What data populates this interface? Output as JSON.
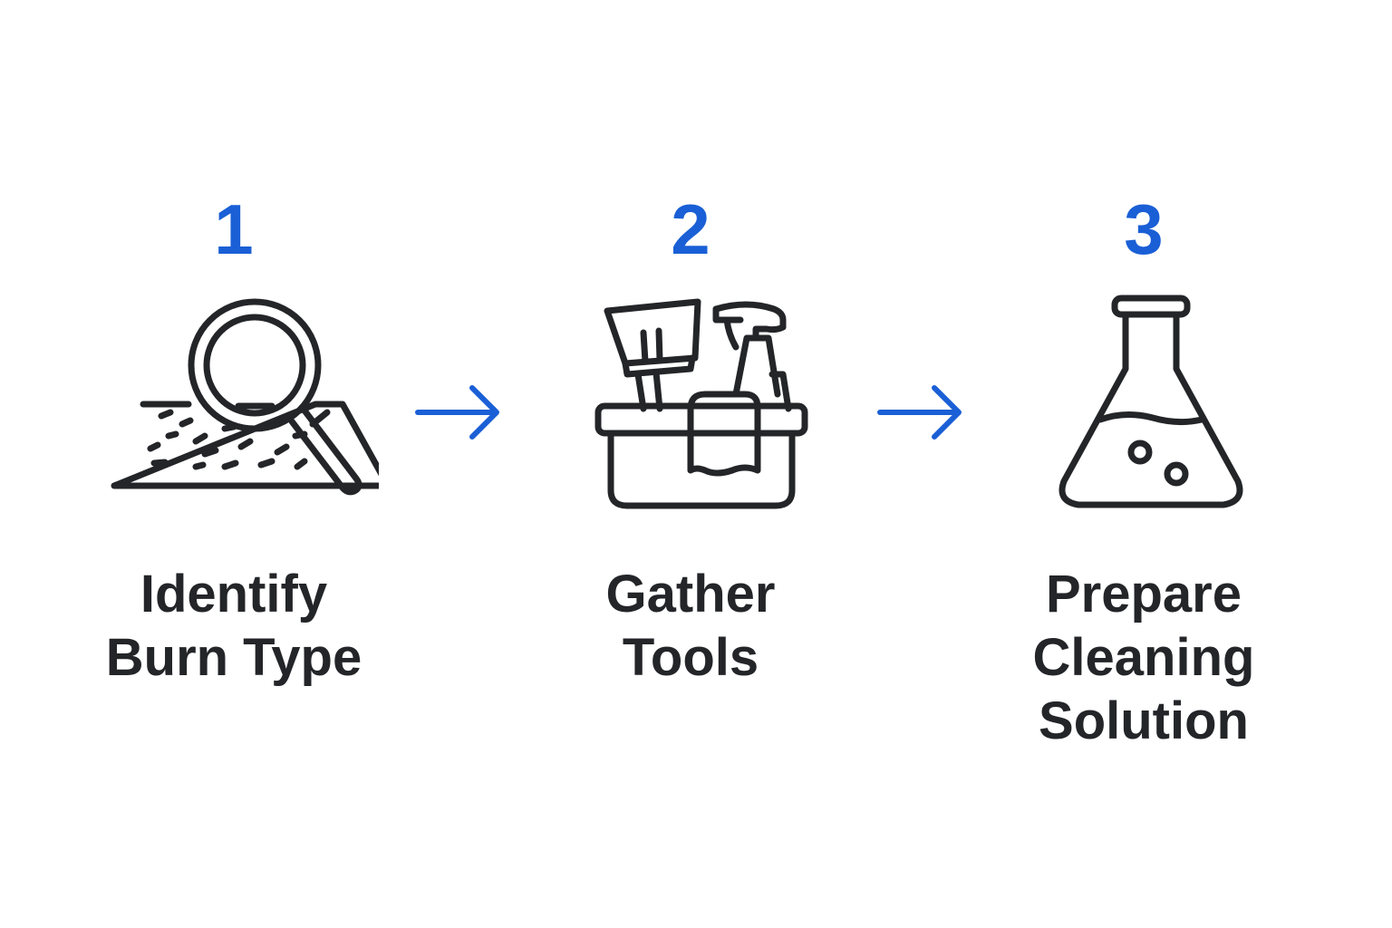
{
  "accent_color": "#1a5fd6",
  "text_color": "#232528",
  "steps": [
    {
      "number": "1",
      "icon": "magnifier-over-carpet-icon",
      "label_lines": [
        "Identify",
        "Burn Type"
      ]
    },
    {
      "number": "2",
      "icon": "cleaning-supplies-bucket-icon",
      "label_lines": [
        "Gather",
        "Tools"
      ]
    },
    {
      "number": "3",
      "icon": "erlenmeyer-flask-icon",
      "label_lines": [
        "Prepare",
        "Cleaning",
        "Solution"
      ]
    }
  ],
  "connectors": [
    "right-arrow-icon",
    "right-arrow-icon"
  ]
}
